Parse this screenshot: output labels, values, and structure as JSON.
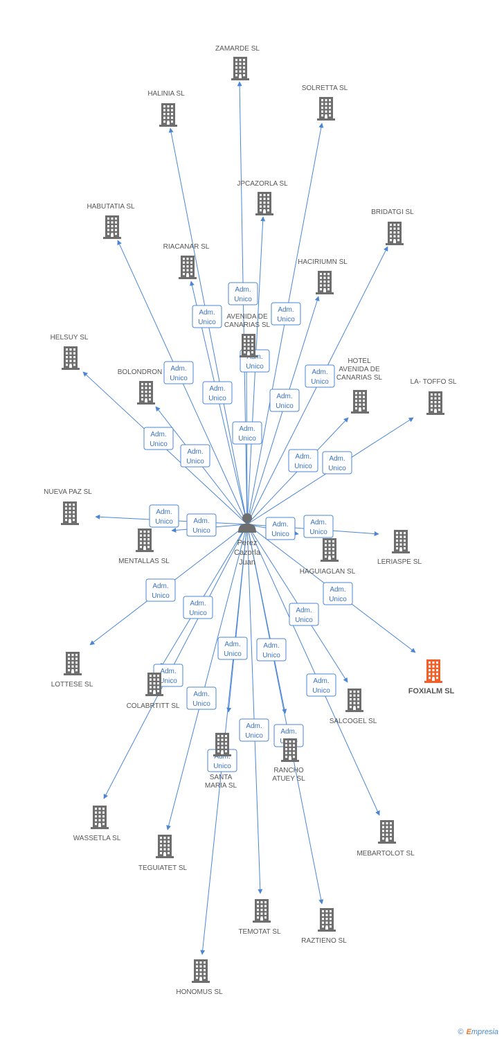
{
  "center": {
    "name_lines": [
      "Perez",
      "Cazorla",
      "Juan"
    ],
    "icon": "person-icon"
  },
  "colors": {
    "edge": "#4a86d4",
    "building": "#6e6e6e",
    "highlight": "#f0602a"
  },
  "role_lines": [
    "Adm.",
    "Unico"
  ],
  "footer": {
    "copyright": "©",
    "brand_initial": "E",
    "brand_rest": "mpresia"
  },
  "nodes": [
    {
      "id": "zamarde",
      "lines": [
        "ZAMARDE SL"
      ]
    },
    {
      "id": "halinia",
      "lines": [
        "HALINIA SL"
      ]
    },
    {
      "id": "solretta",
      "lines": [
        "SOLRETTA SL"
      ]
    },
    {
      "id": "jpcazorla",
      "lines": [
        "JPCAZORLA SL"
      ]
    },
    {
      "id": "habutatia",
      "lines": [
        "HABUTATIA SL"
      ]
    },
    {
      "id": "bridatgi",
      "lines": [
        "BRIDATGI SL"
      ]
    },
    {
      "id": "riacanar",
      "lines": [
        "RIACANAR SL"
      ]
    },
    {
      "id": "haciriumn",
      "lines": [
        "HACIRIUMN SL"
      ]
    },
    {
      "id": "avenida",
      "lines": [
        "AVENIDA DE",
        "CANARIAS SL"
      ]
    },
    {
      "id": "helsuy",
      "lines": [
        "HELSUY SL"
      ]
    },
    {
      "id": "bolondron",
      "lines": [
        "BOLONDRON"
      ]
    },
    {
      "id": "hotel",
      "lines": [
        "HOTEL",
        "AVENIDA DE",
        "CANARIAS SL"
      ]
    },
    {
      "id": "latoffo",
      "lines": [
        "LA- TOFFO SL"
      ]
    },
    {
      "id": "nuevapaz",
      "lines": [
        "NUEVA PAZ SL"
      ]
    },
    {
      "id": "mentallas",
      "lines": [
        "MENTALLAS SL"
      ]
    },
    {
      "id": "haguiaglan",
      "lines": [
        "HAGUIAGLAN SL"
      ]
    },
    {
      "id": "leriaspe",
      "lines": [
        "LERIASPE SL"
      ]
    },
    {
      "id": "foxialm",
      "lines": [
        "FOXIALM SL"
      ],
      "highlight": true
    },
    {
      "id": "lottese",
      "lines": [
        "LOTTESE SL"
      ]
    },
    {
      "id": "colabrtitt",
      "lines": [
        "COLABRTITT SL"
      ]
    },
    {
      "id": "salcogel",
      "lines": [
        "SALCOGEL SL"
      ]
    },
    {
      "id": "santamaria",
      "lines": [
        "SANTA",
        "MARIA SL"
      ]
    },
    {
      "id": "ranchoatuey",
      "lines": [
        "RANCHO",
        "ATUEY SL"
      ]
    },
    {
      "id": "wassetla",
      "lines": [
        "WASSETLA SL"
      ]
    },
    {
      "id": "teguiatet",
      "lines": [
        "TEGUIATET SL"
      ]
    },
    {
      "id": "mebartolot",
      "lines": [
        "MEBARTOLOT SL"
      ]
    },
    {
      "id": "temotat",
      "lines": [
        "TEMOTAT SL"
      ]
    },
    {
      "id": "raztieno",
      "lines": [
        "RAZTIENO SL"
      ]
    },
    {
      "id": "honomus",
      "lines": [
        "HONOMUS SL"
      ]
    }
  ]
}
